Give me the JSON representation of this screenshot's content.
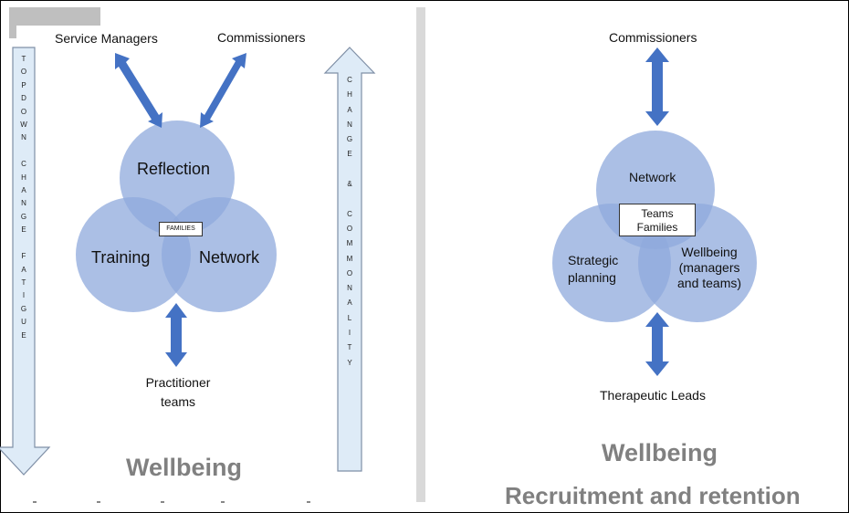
{
  "left_panel": {
    "service_managers": "Service Managers",
    "commissioners": "Commissioners",
    "circles": {
      "top": "Reflection",
      "left": "Training",
      "right": "Network",
      "center": "FAMILIES"
    },
    "practitioner_teams": [
      "Practitioner",
      "teams"
    ],
    "left_arrow_text": [
      "T",
      "O",
      "P",
      "D",
      "O",
      "W",
      "N",
      "",
      "C",
      "H",
      "A",
      "N",
      "G",
      "E",
      "",
      "F",
      "A",
      "T",
      "I",
      "G",
      "U",
      "E"
    ],
    "right_arrow_text": [
      "C",
      "H",
      "A",
      "N",
      "G",
      "E",
      "",
      "&",
      "",
      "C",
      "O",
      "M",
      "M",
      "O",
      "N",
      "A",
      "L",
      "I",
      "T",
      "Y"
    ],
    "footer": "Wellbeing"
  },
  "right_panel": {
    "commissioners": "Commissioners",
    "circles": {
      "top": "Network",
      "left": [
        "Strategic",
        "planning"
      ],
      "right": [
        "Wellbeing",
        "(managers",
        "and teams)"
      ],
      "center": [
        "Teams",
        "Families"
      ]
    },
    "therapeutic_leads": "Therapeutic Leads",
    "footer_1": "Wellbeing",
    "footer_2": "Recruitment and retention"
  },
  "colors": {
    "circle_fill": "#8FAADC",
    "arrow_blue": "#4472C4",
    "hollow_arrow_fill": "#DEEBF7",
    "hollow_arrow_stroke": "#7F8FA6",
    "divider_gray": "#BFBFBF"
  }
}
